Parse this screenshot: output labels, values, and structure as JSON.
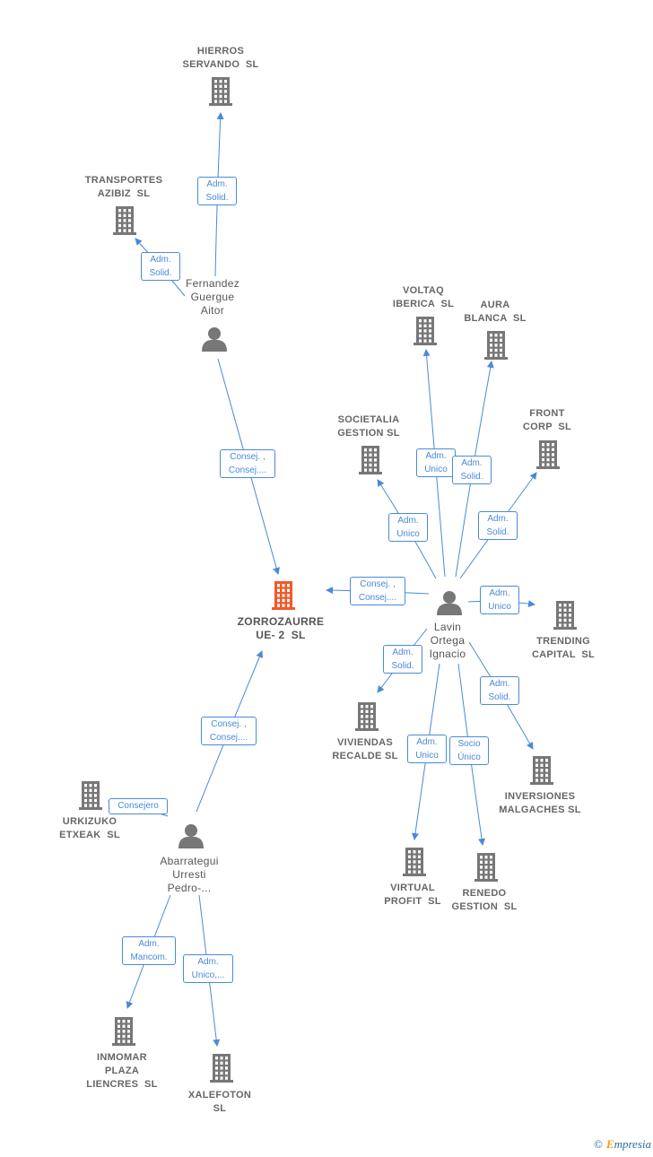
{
  "nodes": [
    {
      "id": "hierros",
      "type": "company",
      "label": "HIERROS\nSERVANDO  SL"
    },
    {
      "id": "transportes",
      "type": "company",
      "label": "TRANSPORTES\nAZIBIZ  SL"
    },
    {
      "id": "fernandez",
      "type": "person",
      "label": "Fernandez\nGuergue\nAitor"
    },
    {
      "id": "voltaq",
      "type": "company",
      "label": "VOLTAQ\nIBERICA  SL"
    },
    {
      "id": "aura",
      "type": "company",
      "label": "AURA\nBLANCA  SL"
    },
    {
      "id": "societalia",
      "type": "company",
      "label": "SOCIETALIA\nGESTION SL"
    },
    {
      "id": "front",
      "type": "company",
      "label": "FRONT\nCORP  SL"
    },
    {
      "id": "zorrozaurre",
      "type": "center",
      "label": "ZORROZAURRE\nUE- 2  SL"
    },
    {
      "id": "lavin",
      "type": "person",
      "label": "Lavin\nOrtega\nIgnacio"
    },
    {
      "id": "trending",
      "type": "company",
      "label": "TRENDING\nCAPITAL  SL"
    },
    {
      "id": "viviendas",
      "type": "company",
      "label": "VIVIENDAS\nRECALDE SL"
    },
    {
      "id": "inversiones",
      "type": "company",
      "label": "INVERSIONES\nMALGACHES SL"
    },
    {
      "id": "urkizuko",
      "type": "company",
      "label": "URKIZUKO\nETXEAK  SL"
    },
    {
      "id": "abarrategui",
      "type": "person",
      "label": "Abarrategui\nUrresti\nPedro-..."
    },
    {
      "id": "virtual",
      "type": "company",
      "label": "VIRTUAL\nPROFIT  SL"
    },
    {
      "id": "renedo",
      "type": "company",
      "label": "RENEDO\nGESTION  SL"
    },
    {
      "id": "inmomar",
      "type": "company",
      "label": "INMOMAR\nPLAZA\nLIENCRES  SL"
    },
    {
      "id": "xalefoton",
      "type": "company",
      "label": "XALEFOTON\nSL"
    }
  ],
  "edges": [
    {
      "from": "fernandez",
      "to": "hierros",
      "label": "Adm.\nSolid."
    },
    {
      "from": "fernandez",
      "to": "transportes",
      "label": "Adm.\nSolid."
    },
    {
      "from": "fernandez",
      "to": "zorrozaurre",
      "label": "Consej. ,\nConsej...."
    },
    {
      "from": "lavin",
      "to": "zorrozaurre",
      "label": "Consej. ,\nConsej...."
    },
    {
      "from": "lavin",
      "to": "voltaq",
      "label": "Adm.\nUnico"
    },
    {
      "from": "lavin",
      "to": "aura",
      "label": "Adm.\nSolid."
    },
    {
      "from": "lavin",
      "to": "societalia",
      "label": "Adm.\nUnico"
    },
    {
      "from": "lavin",
      "to": "front",
      "label": "Adm.\nSolid."
    },
    {
      "from": "lavin",
      "to": "trending",
      "label": "Adm.\nUnico"
    },
    {
      "from": "lavin",
      "to": "viviendas",
      "label": "Adm.\nSolid."
    },
    {
      "from": "lavin",
      "to": "inversiones",
      "label": "Adm.\nSolid."
    },
    {
      "from": "lavin",
      "to": "virtual",
      "label": "Adm.\nUnico"
    },
    {
      "from": "lavin",
      "to": "renedo",
      "label": "Socio\nÚnico"
    },
    {
      "from": "abarrategui",
      "to": "zorrozaurre",
      "label": "Consej. ,\nConsej...."
    },
    {
      "from": "abarrategui",
      "to": "urkizuko",
      "label": "Consejero"
    },
    {
      "from": "abarrategui",
      "to": "inmomar",
      "label": "Adm.\nMancom."
    },
    {
      "from": "abarrategui",
      "to": "xalefoton",
      "label": "Adm.\nUnico,..."
    }
  ],
  "colors": {
    "edge": "#4a8ad8",
    "company_icon": "#777777",
    "center_icon": "#f05a28",
    "person_icon": "#777777"
  },
  "footer": {
    "copyright": "©",
    "brand_first": "E",
    "brand_rest": "mpresia"
  }
}
